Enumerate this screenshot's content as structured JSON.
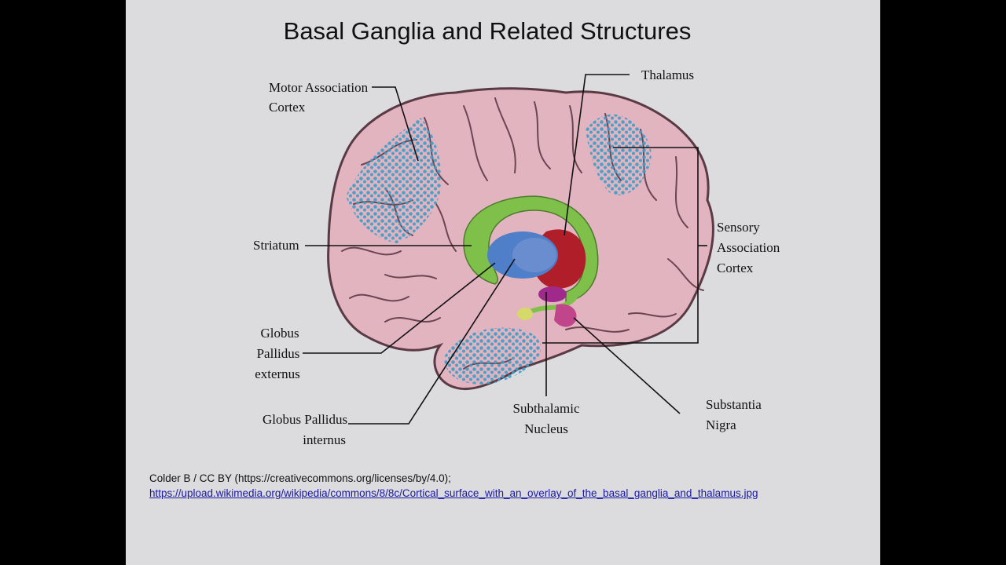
{
  "slide": {
    "title": "Basal Ganglia and Related Structures"
  },
  "labels": {
    "motor_line1": "Motor Association",
    "motor_line2": "Cortex",
    "thalamus": "Thalamus",
    "sensory_line1": "Sensory",
    "sensory_line2": "Association",
    "sensory_line3": "Cortex",
    "striatum": "Striatum",
    "gpe_line1": "Globus",
    "gpe_line2": "Pallidus",
    "gpe_line3": "externus",
    "gpi_line1": "Globus Pallidus",
    "gpi_line2": "internus",
    "stn_line1": "Subthalamic",
    "stn_line2": "Nucleus",
    "sn_line1": "Substantia",
    "sn_line2": "Nigra"
  },
  "credit": {
    "text": "Colder B / CC BY (https://creativecommons.org/licenses/by/4.0);",
    "link": "https://upload.wikimedia.org/wikipedia/commons/8/8c/Cortical_surface_with_an_overlay_of_the_basal_ganglia_and_thalamus.jpg"
  },
  "colors": {
    "brain": "#e2b4c0",
    "brain_outline": "#5a3a44",
    "association_dots": "#3a9ec8",
    "striatum": "#7fc04a",
    "globus_pallidus": "#4f7fc8",
    "thalamus": "#b01e2a",
    "subthalamic_nucleus": "#a02a8c",
    "substantia_nigra": "#c0458a",
    "amygdala_tail": "#d6d86a"
  }
}
